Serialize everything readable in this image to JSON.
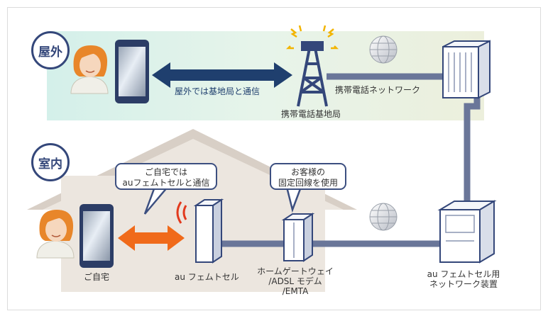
{
  "zones": {
    "outdoor": "屋外",
    "indoor": "室内"
  },
  "labels": {
    "outdoor_comm": "屋外では基地局と通信",
    "base_station": "携帯電話基地局",
    "mobile_network": "携帯電話ネットワーク",
    "home": "ご自宅",
    "femtocell": "au フェムトセル",
    "gateway_line1": "ホームゲートウェイ",
    "gateway_line2": "/ADSL モデム",
    "gateway_line3": "/EMTA",
    "network_device_line1": "au フェムトセル用",
    "network_device_line2": "ネットワーク装置"
  },
  "bubbles": {
    "home_comm_line1": "ご自宅では",
    "home_comm_line2": "auフェムトセルと通信",
    "fixed_line1": "お客様の",
    "fixed_line2": "固定回線を使用"
  },
  "colors": {
    "navy": "#34477a",
    "link_gray": "#6a7699",
    "orange_arrow": "#f06a1a",
    "outdoor_bg": "#dff3ee",
    "house_bg": "#ece6df",
    "house_roof": "#d8cfc6"
  }
}
